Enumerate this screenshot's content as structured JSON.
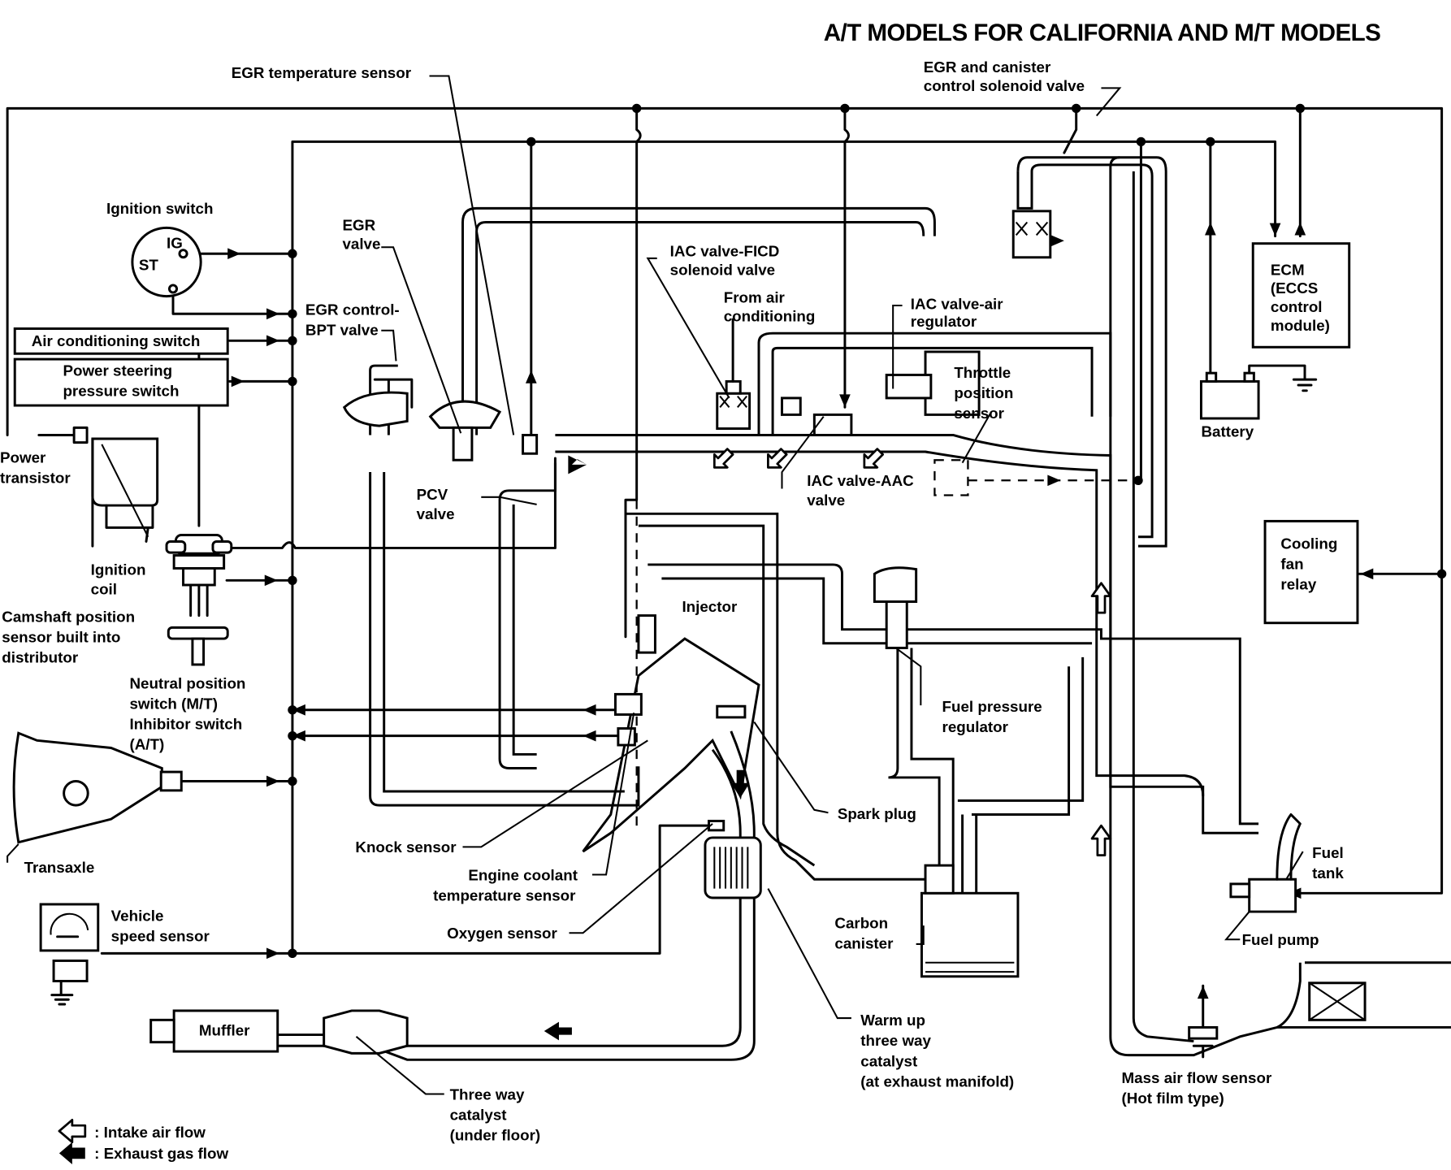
{
  "title": "A/T MODELS FOR CALIFORNIA AND M/T MODELS",
  "labels": {
    "egr_temp_sensor": "EGR temperature sensor",
    "egr_canister_solenoid": [
      "EGR and canister",
      "control solenoid valve"
    ],
    "ignition_switch": "Ignition switch",
    "ign_ig": "IG",
    "ign_st": "ST",
    "egr_valve": [
      "EGR",
      "valve"
    ],
    "egr_bpt_valve": [
      "EGR control-",
      "BPT valve"
    ],
    "ac_switch": "Air conditioning switch",
    "ps_switch": [
      "Power steering",
      "pressure switch"
    ],
    "iac_ficd": [
      "IAC valve-FICD",
      "solenoid valve"
    ],
    "from_ac": [
      "From air",
      "conditioning"
    ],
    "iac_air_reg": [
      "IAC valve-air",
      "regulator"
    ],
    "tps": [
      "Throttle",
      "position",
      "sensor"
    ],
    "ecm": [
      "ECM",
      "(ECCS",
      "control",
      "module)"
    ],
    "battery": "Battery",
    "power_transistor": [
      "Power",
      "transistor"
    ],
    "pcv_valve": [
      "PCV",
      "valve"
    ],
    "iac_aac": [
      "IAC valve-AAC",
      "valve"
    ],
    "ignition_coil": [
      "Ignition",
      "coil"
    ],
    "camshaft_sensor": [
      "Camshaft position",
      "sensor built into",
      "distributor"
    ],
    "injector": "Injector",
    "cooling_fan_relay": [
      "Cooling",
      "fan",
      "relay"
    ],
    "neutral_switch": [
      "Neutral position",
      "switch (M/T)",
      "Inhibitor switch",
      "(A/T)"
    ],
    "fuel_pressure_reg": [
      "Fuel pressure",
      "regulator"
    ],
    "transaxle": "Transaxle",
    "spark_plug": "Spark plug",
    "knock_sensor": "Knock sensor",
    "coolant_temp_sensor": [
      "Engine coolant",
      "temperature sensor"
    ],
    "fuel_tank": [
      "Fuel",
      "tank"
    ],
    "carbon_canister": [
      "Carbon",
      "canister"
    ],
    "vehicle_speed_sensor": [
      "Vehicle",
      "speed sensor"
    ],
    "oxygen_sensor": "Oxygen sensor",
    "fuel_pump": "Fuel pump",
    "muffler": "Muffler",
    "warm_up_catalyst": [
      "Warm up",
      "three way",
      "catalyst",
      "(at exhaust manifold)"
    ],
    "maf_sensor": [
      "Mass air flow sensor",
      "(Hot film type)"
    ],
    "three_way_catalyst": [
      "Three way",
      "catalyst",
      "(under floor)"
    ]
  },
  "legend": [
    {
      "icon": "hollow-arrow-icon",
      "label": ": Intake air flow"
    },
    {
      "icon": "solid-arrow-icon",
      "label": ": Exhaust gas flow"
    }
  ]
}
